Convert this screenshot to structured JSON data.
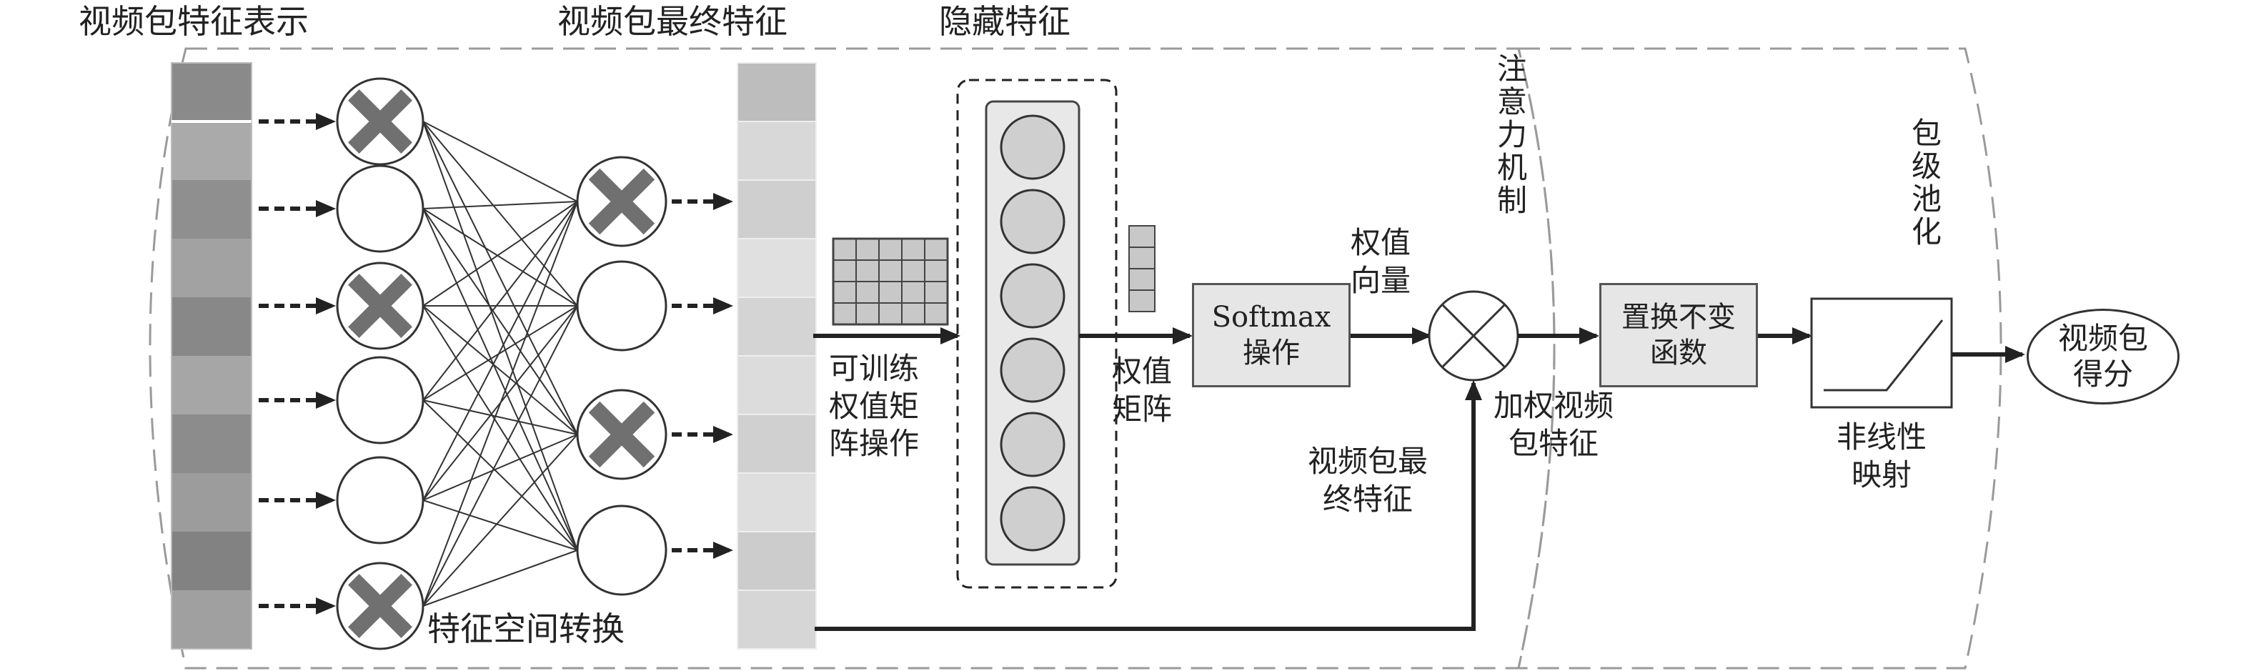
{
  "titles": {
    "bag_features": "视频包特征表示",
    "final_features": "视频包最终特征",
    "hidden_features": "隐藏特征",
    "feature_space_transform": "特征空间转换"
  },
  "labels": {
    "trainable_weight_matrix": [
      "可训练",
      "权值矩",
      "阵操作"
    ],
    "weight_matrix": [
      "权值",
      "矩阵"
    ],
    "weight_vector": [
      "权值",
      "向量"
    ],
    "weighted_bag_feature": [
      "加权视频",
      "包特征"
    ],
    "bag_final_feature_line": [
      "视频包最",
      "终特征"
    ],
    "nonlinear_mapping": [
      "非线性",
      "映射"
    ]
  },
  "boxes": {
    "softmax": [
      "Softmax",
      "操作"
    ],
    "permutation_invariant": [
      "置换不变",
      "函数"
    ]
  },
  "output": {
    "score": [
      "视频包",
      "得分"
    ]
  },
  "regions": {
    "attention": "注意力机制",
    "pooling": "包级池化"
  },
  "colors": {
    "stroke": "#333333",
    "x_mark": "#707070",
    "cell_fill": "#c8c8c8",
    "box_fill": "#e6e6e6"
  },
  "icons": {
    "dropout_node": "x-mark-icon",
    "multiply": "circled-times-icon"
  }
}
